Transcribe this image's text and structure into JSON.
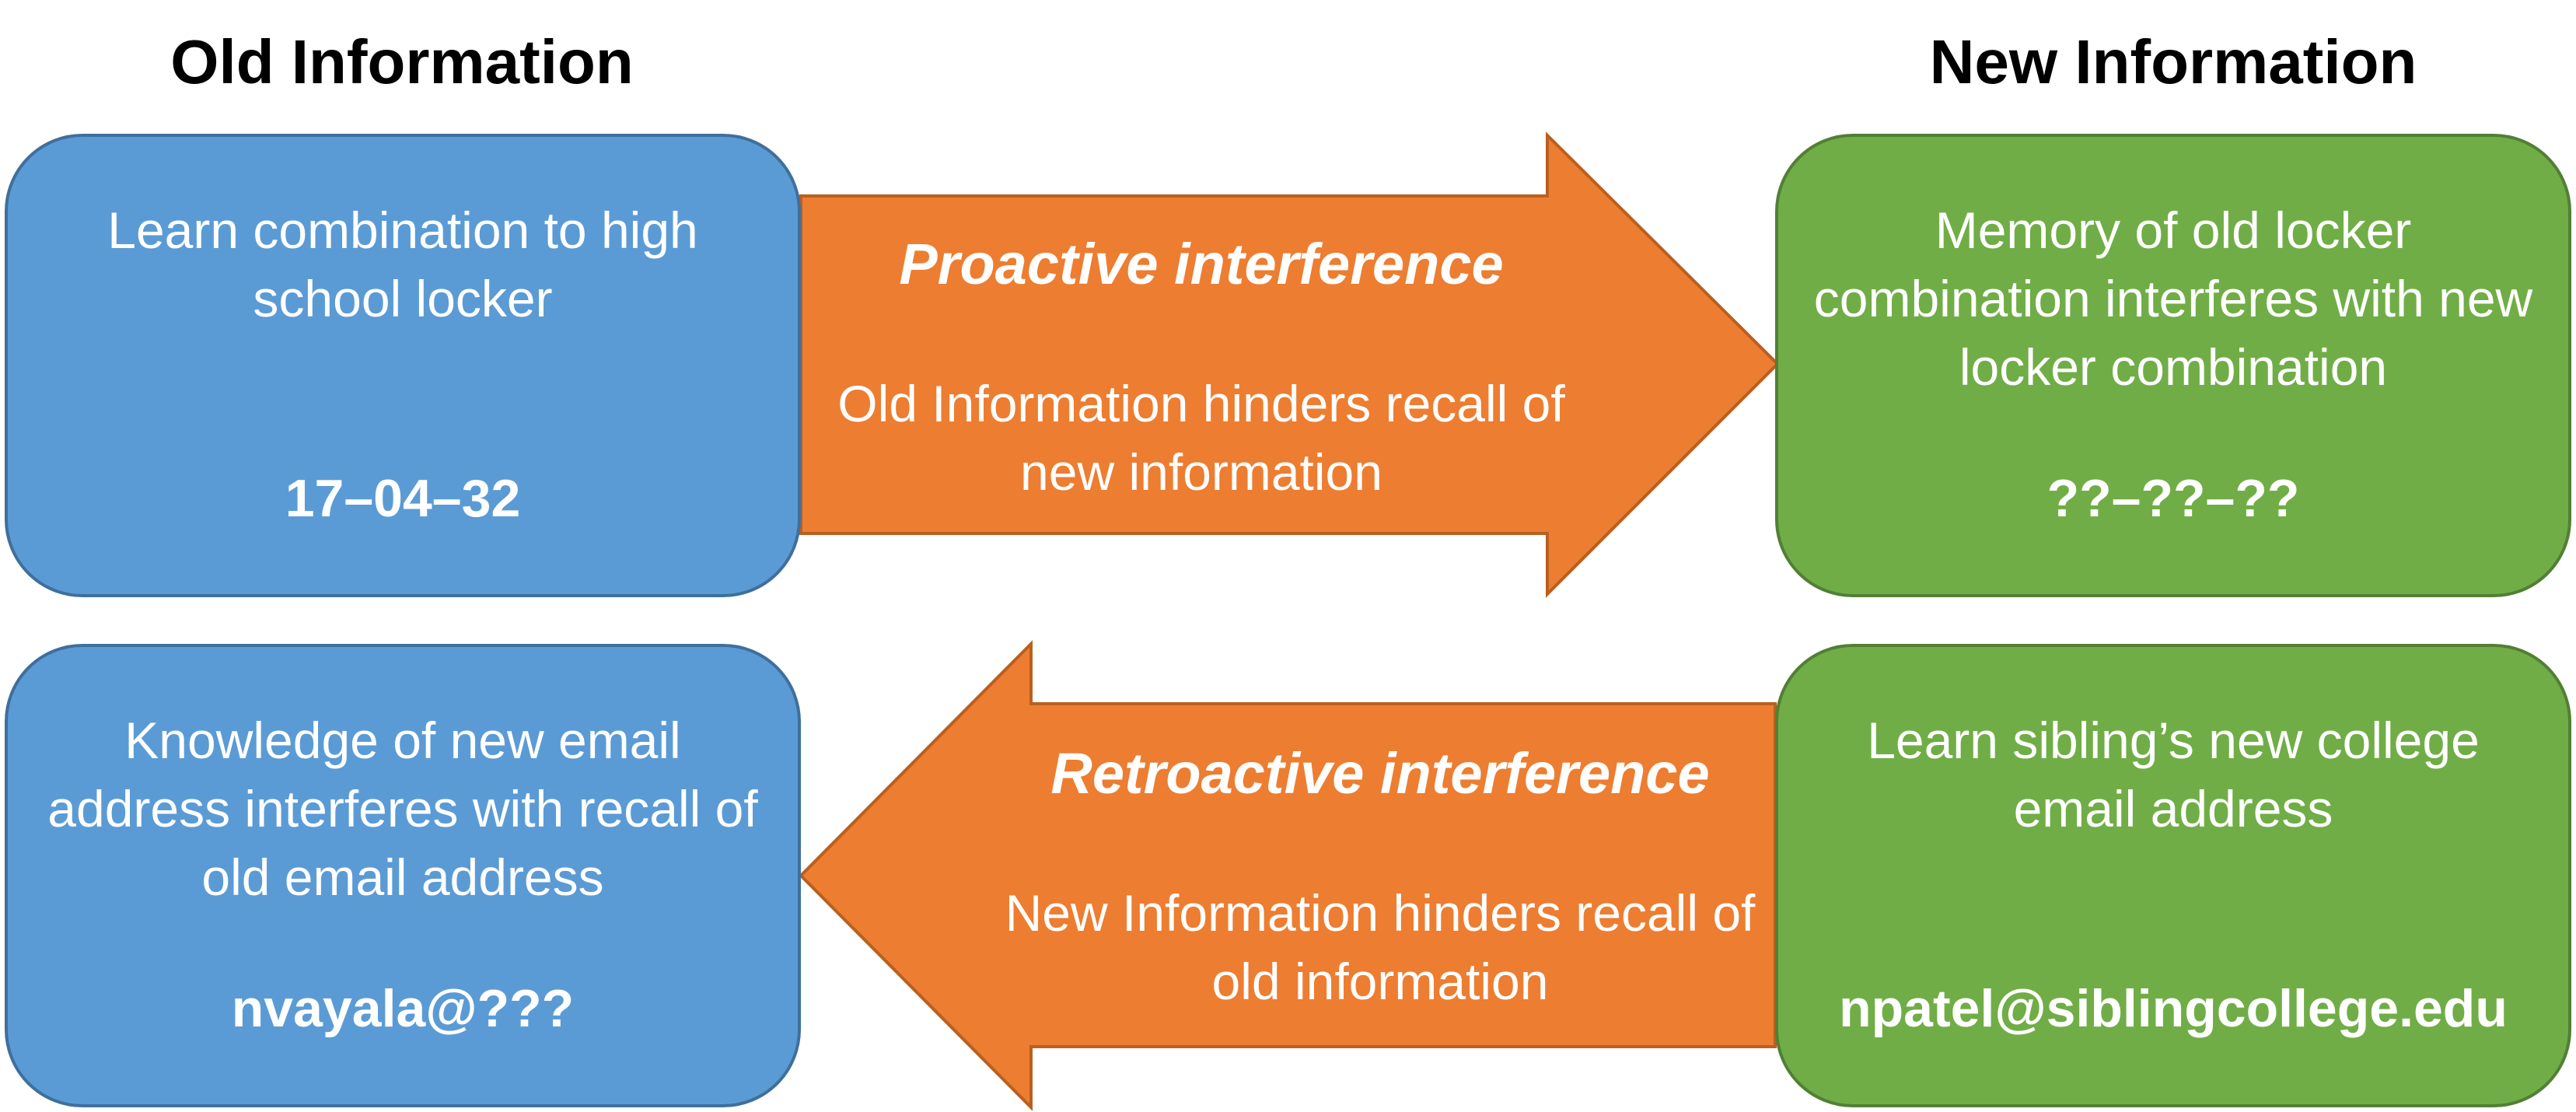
{
  "headings": {
    "old": "Old Information",
    "new": "New Information"
  },
  "colors": {
    "old_box": "#5b9bd5",
    "new_box": "#70ad47",
    "arrow": "#ed7d31",
    "text_on_shape": "#ffffff"
  },
  "boxes": {
    "old_top": {
      "text": "Learn combination to high school locker",
      "code": "17–04–32"
    },
    "new_top": {
      "text": "Memory of old locker combination interferes with new locker combination",
      "code": "??–??–??"
    },
    "old_bottom": {
      "text": "Knowledge of new email address interferes with recall of old email address",
      "code": "nvayala@???"
    },
    "new_bottom": {
      "text": "Learn sibling’s new college email address",
      "code": "npatel@siblingcollege.edu"
    }
  },
  "arrows": {
    "proactive": {
      "direction": "right",
      "title": "Proactive interference",
      "description": "Old Information hinders recall of new information"
    },
    "retroactive": {
      "direction": "left",
      "title": "Retroactive interference",
      "description": "New Information hinders recall of old information"
    }
  }
}
